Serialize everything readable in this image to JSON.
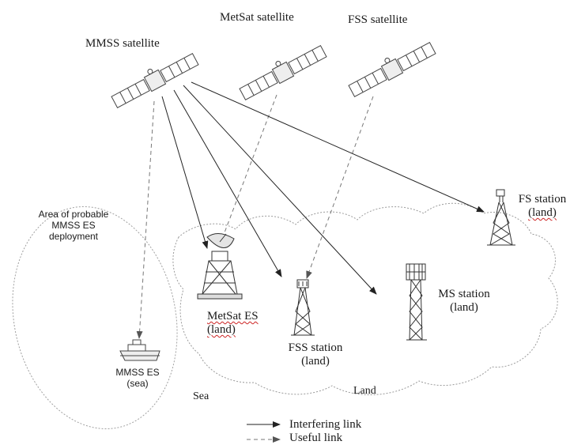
{
  "satellites": {
    "mmss": "MMSS satellite",
    "metsat": "MetSat satellite",
    "fss": "FSS satellite"
  },
  "stations": {
    "metsat_es": {
      "line1": "MetSat ES",
      "line2": "(land)"
    },
    "fss_station": {
      "line1": "FSS station",
      "line2": "(land)"
    },
    "ms_station": {
      "line1": "MS station",
      "line2": "(land)"
    },
    "fs_station": {
      "line1": "FS station",
      "line2": "(land)"
    },
    "mmss_es": {
      "line1": "MMSS ES",
      "line2": "(sea)"
    }
  },
  "areas": {
    "deployment": {
      "line1": "Area of probable",
      "line2": "MMSS ES",
      "line3": "deployment"
    },
    "sea": "Sea",
    "land": "Land"
  },
  "legend": {
    "interfering": "Interfering link",
    "useful": "Useful link"
  },
  "colors": {
    "line": "#333333",
    "dashed": "#999999",
    "wavy_underline": "#cc2222"
  }
}
